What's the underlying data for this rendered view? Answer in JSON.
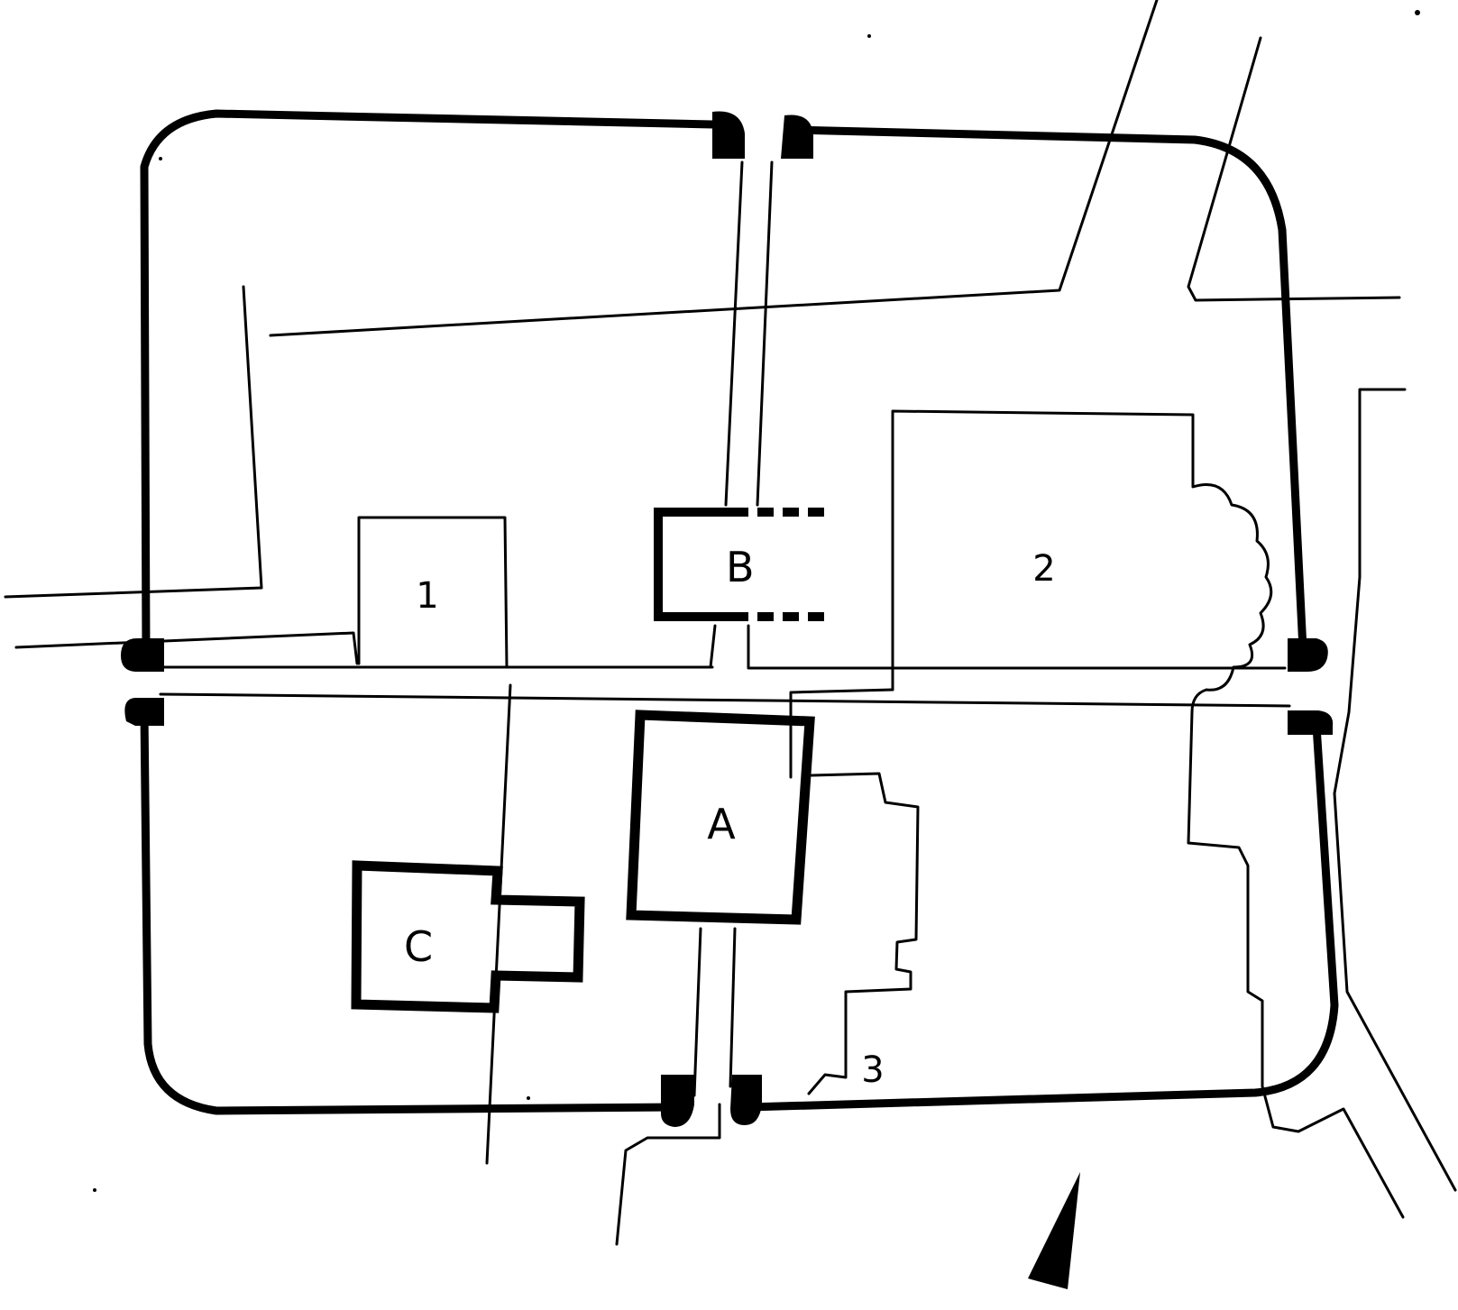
{
  "labels": {
    "building_a": "A",
    "building_b": "B",
    "building_c": "C",
    "area_1": "1",
    "area_2": "2",
    "marker_3": "3"
  },
  "colors": {
    "ink": "#000000",
    "paper": "#ffffff"
  },
  "icons": {
    "north_arrow": "north-arrow-icon"
  }
}
